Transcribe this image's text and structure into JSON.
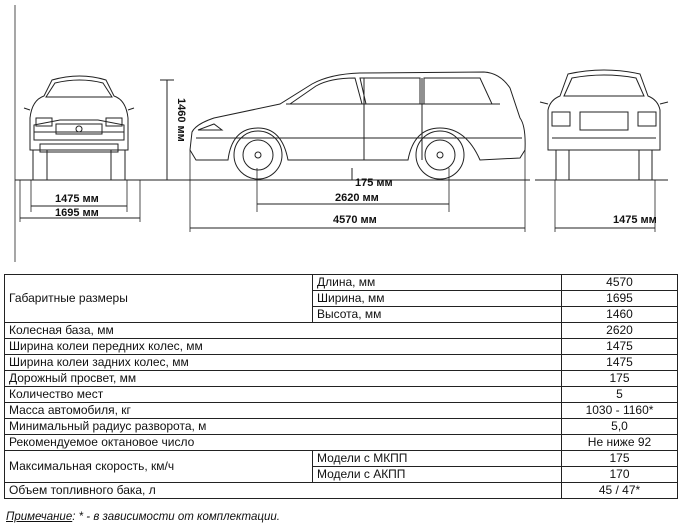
{
  "dimensions": {
    "height": "1460 мм",
    "front_track": "1475 мм",
    "width": "1695 мм",
    "clearance": "175 мм",
    "wheelbase": "2620 мм",
    "length": "4570 мм",
    "rear_track": "1475 мм"
  },
  "table": {
    "dims_label": "Габаритные размеры",
    "dims_rows": [
      {
        "label": "Длина, мм",
        "value": "4570"
      },
      {
        "label": "Ширина, мм",
        "value": "1695"
      },
      {
        "label": "Высота, мм",
        "value": "1460"
      }
    ],
    "rows": [
      {
        "label": "Колесная база, мм",
        "value": "2620"
      },
      {
        "label": "Ширина колеи передних колес, мм",
        "value": "1475"
      },
      {
        "label": "Ширина колеи задних колес, мм",
        "value": "1475"
      },
      {
        "label": "Дорожный просвет, мм",
        "value": "175"
      },
      {
        "label": "Количество мест",
        "value": "5"
      },
      {
        "label": "Масса автомобиля, кг",
        "value": "1030 - 1160*"
      },
      {
        "label": "Минимальный радиус разворота, м",
        "value": "5,0"
      },
      {
        "label": "Рекомендуемое октановое число",
        "value": "Не ниже 92"
      }
    ],
    "speed_label": "Максимальная скорость, км/ч",
    "speed_rows": [
      {
        "label": "Модели с МКПП",
        "value": "175"
      },
      {
        "label": "Модели с АКПП",
        "value": "170"
      }
    ],
    "fuel_label": "Объем топливного бака, л",
    "fuel_value": "45 / 47*"
  },
  "note": {
    "prefix": "Примечание",
    "text": ": * - в зависимости от комплектации."
  }
}
